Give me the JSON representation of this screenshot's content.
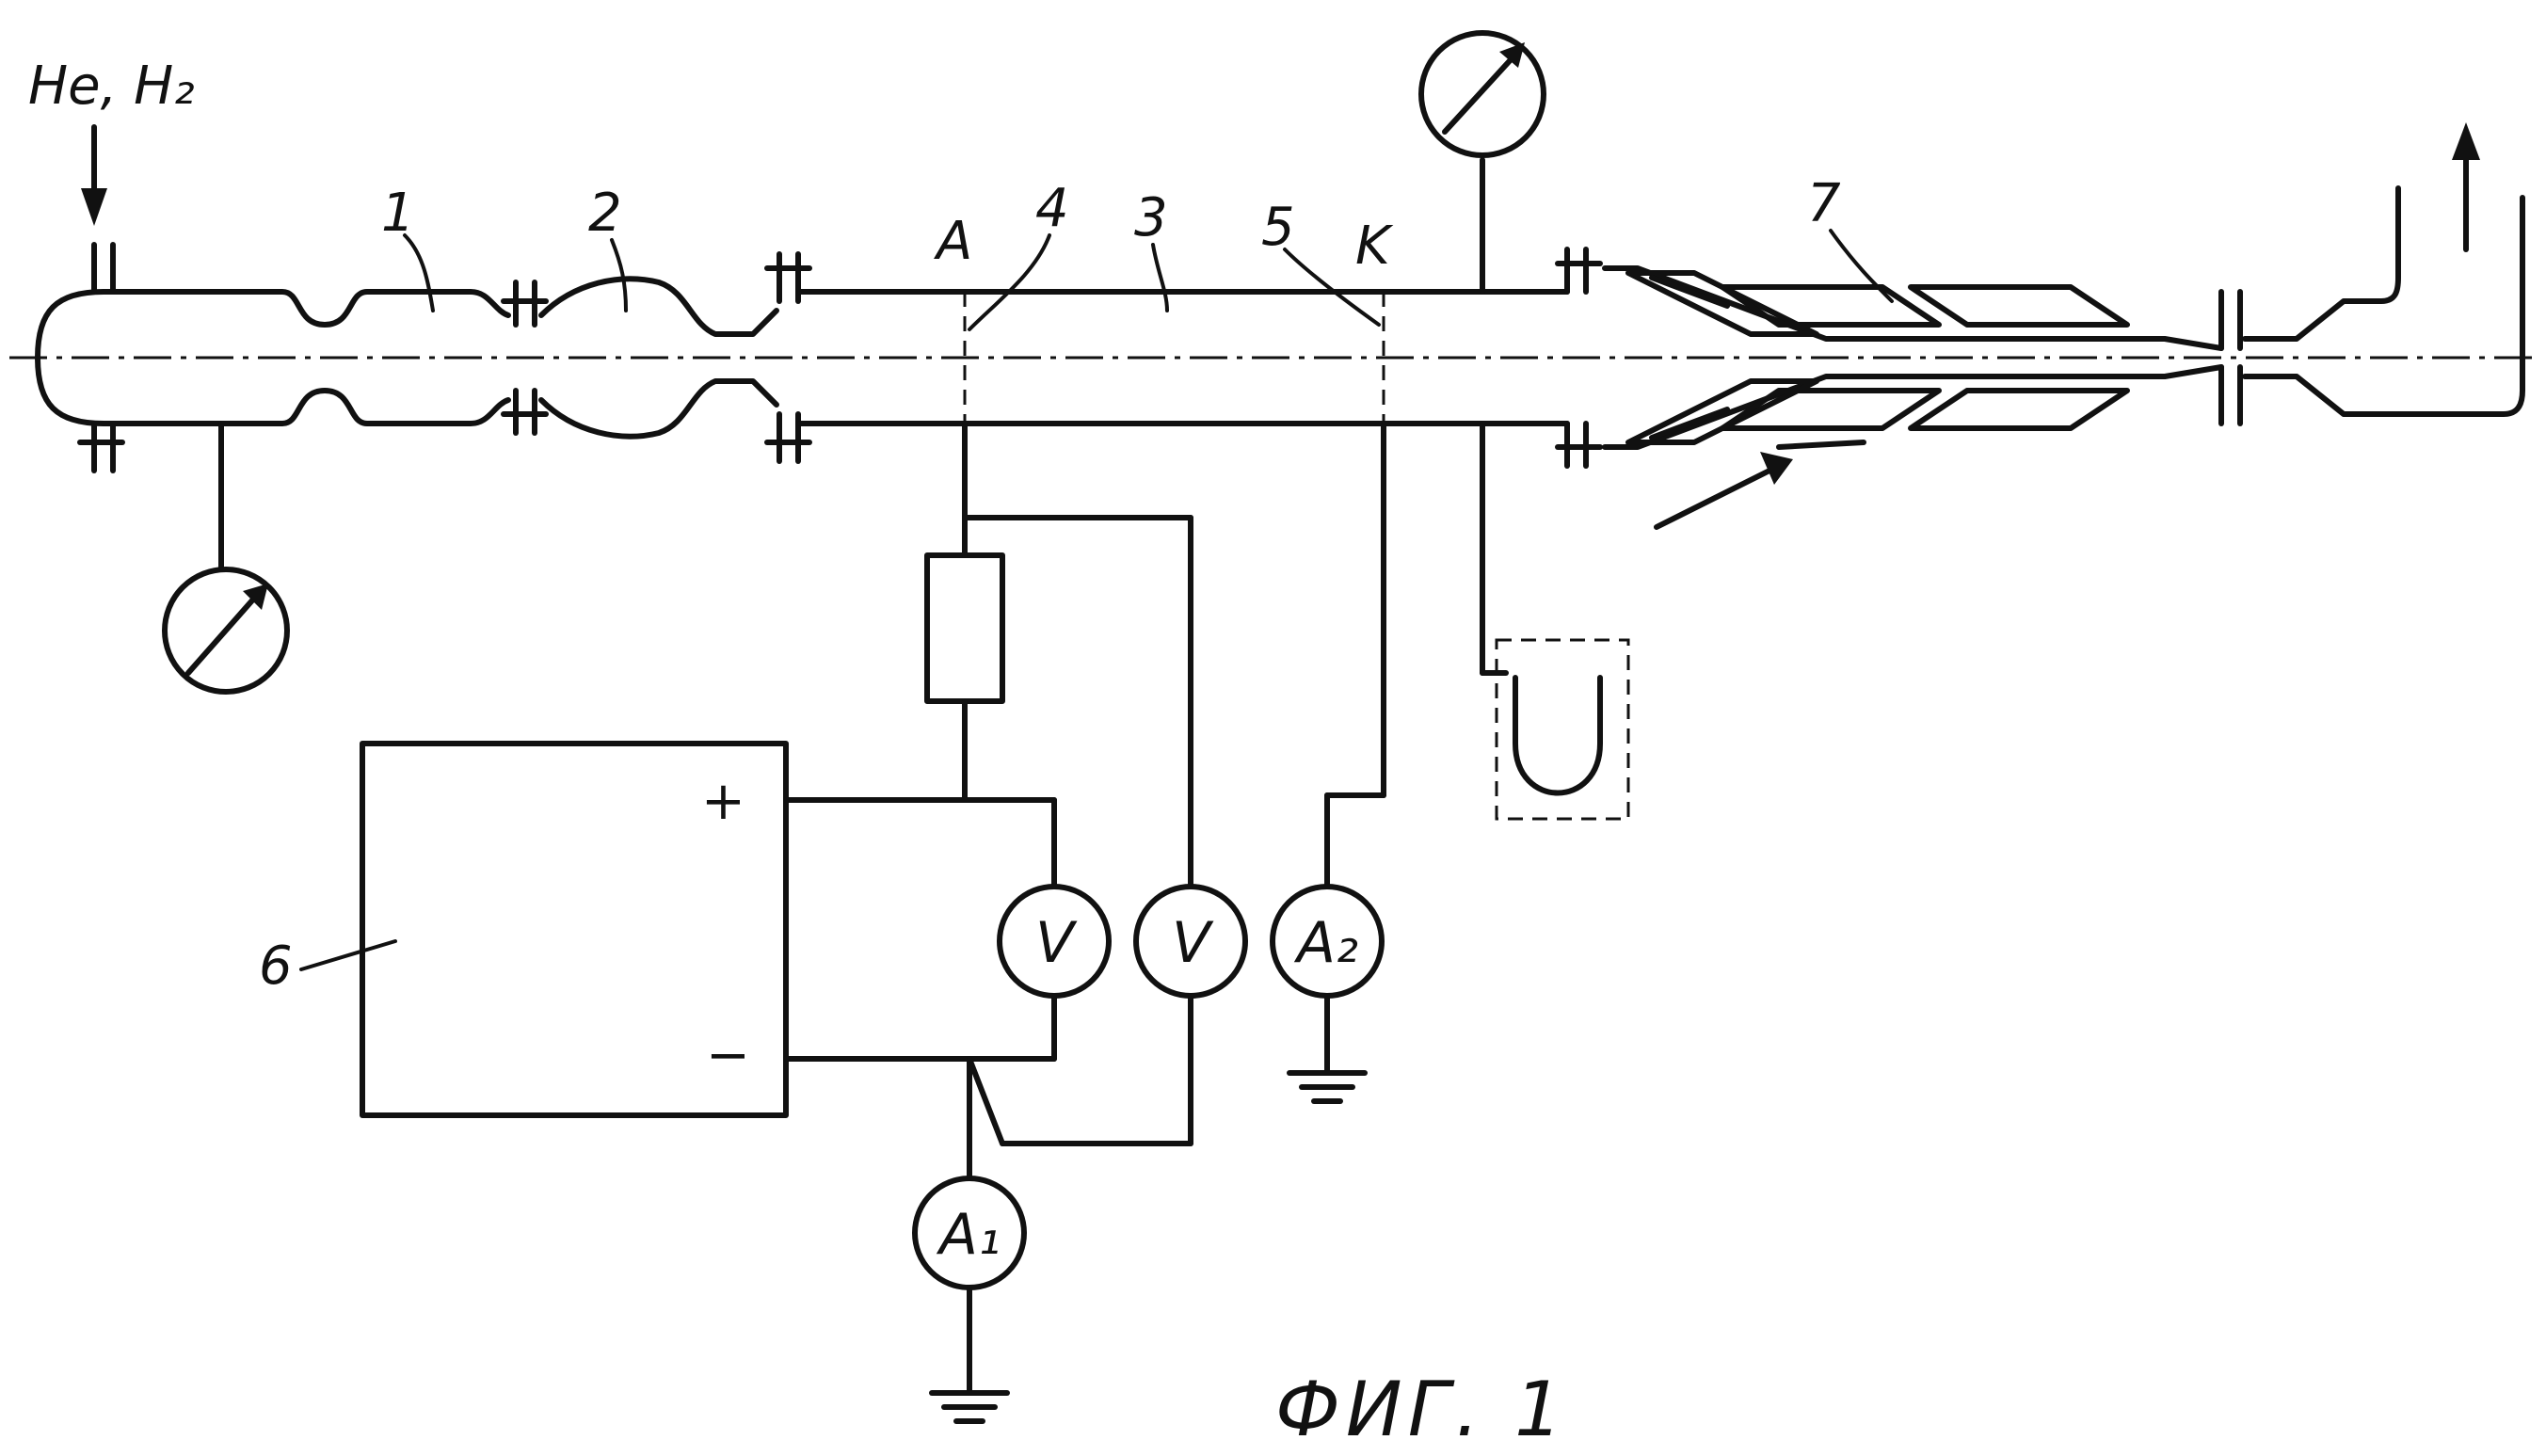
{
  "gas_label": "He, H₂",
  "labels": {
    "part1": "1",
    "part2": "2",
    "part3": "3",
    "part4": "4",
    "part5": "5",
    "part6": "6",
    "part7": "7",
    "anode": "A",
    "cathode": "K"
  },
  "supply": {
    "plus": "+",
    "minus": "−"
  },
  "meters": {
    "voltmeter1": "V",
    "voltmeter2": "V",
    "ammeter1": "A₁",
    "ammeter2": "A₂"
  },
  "caption": "ФИГ. 1"
}
